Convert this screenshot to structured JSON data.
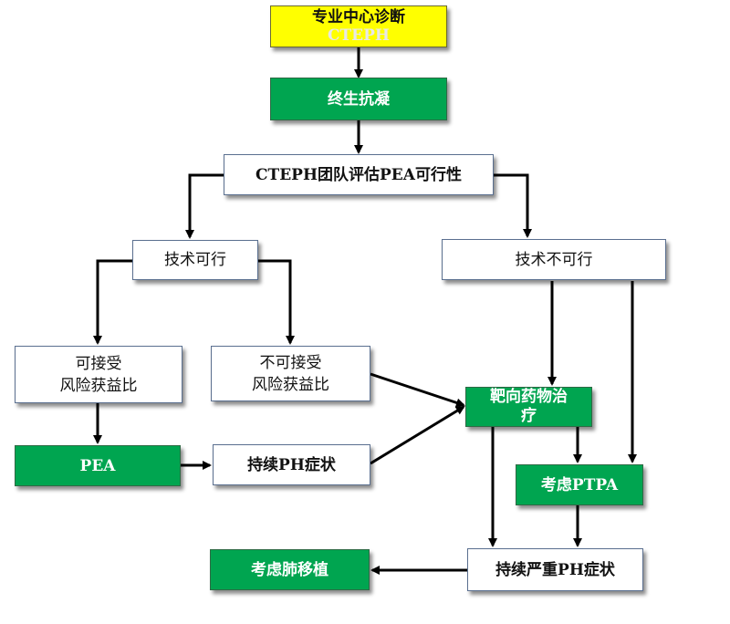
{
  "nodes": {
    "expert_diagnosis": {
      "line1": "专业中心诊断",
      "line2": "CTEPH",
      "fill": "#ffff00"
    },
    "lifelong_anticoag": {
      "text": "终生抗凝",
      "fill": "#00a550"
    },
    "team_assessment": {
      "text": "CTEPH团队评估PEA可行性"
    },
    "technically_feasible": {
      "text": "技术可行"
    },
    "technically_infeasible": {
      "text": "技术不可行"
    },
    "acceptable_risk": {
      "line1": "可接受",
      "line2": "风险获益比"
    },
    "unacceptable_risk": {
      "line1": "不可接受",
      "line2": "风险获益比"
    },
    "pea": {
      "text": "PEA",
      "fill": "#00a550"
    },
    "persistent_ph": {
      "text": "持续PH症状"
    },
    "targeted_therapy": {
      "line1": "靶向药物治",
      "line2": "疗",
      "fill": "#00a550"
    },
    "consider_ptpa": {
      "text": "考虑PTPA",
      "fill": "#00a550"
    },
    "persistent_severe_ph": {
      "text": "持续严重PH症状"
    },
    "consider_transplant": {
      "text": "考虑肺移植",
      "fill": "#00a550"
    }
  },
  "colors": {
    "arrow": "#000000",
    "green_fill": "#00a550",
    "yellow_fill": "#ffff00"
  }
}
